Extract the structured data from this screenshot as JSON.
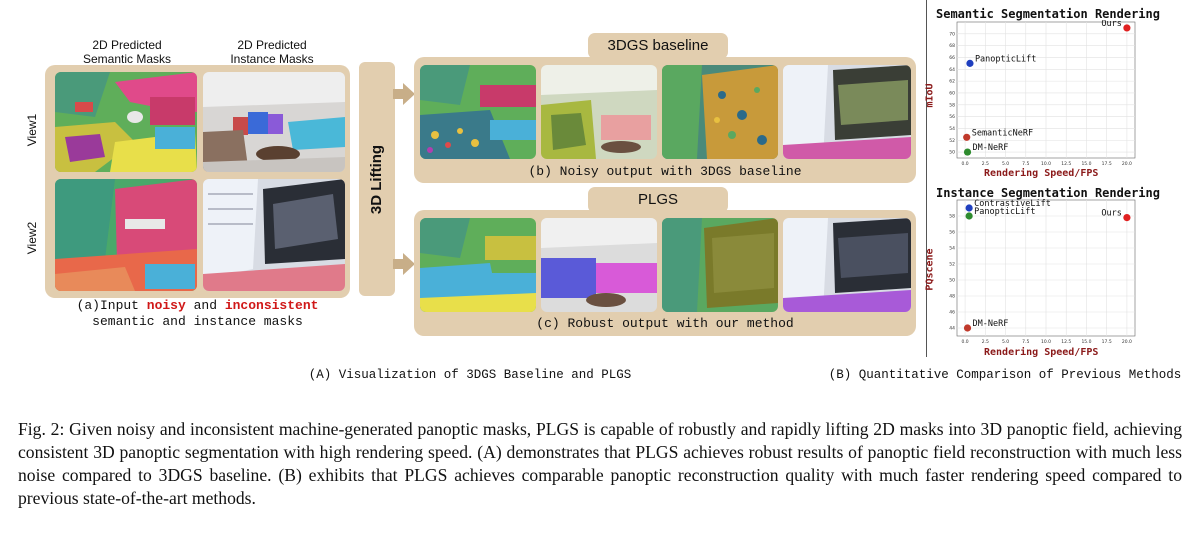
{
  "panel_a": {
    "col_header_1": "2D Predicted\nSemantic Masks",
    "col_header_1_l1": "2D Predicted",
    "col_header_1_l2": "Semantic Masks",
    "col_header_2_l1": "2D Predicted",
    "col_header_2_l2": "Instance Masks",
    "row_1": "View1",
    "row_2": "View2",
    "caption_prefix": "(a)Input ",
    "caption_noisy": "noisy",
    "caption_and": " and ",
    "caption_inconsistent": "inconsistent",
    "caption_line2": "semantic and instance masks"
  },
  "lifting_label": "3D Lifting",
  "panel_b": {
    "tag": "3DGS baseline",
    "caption": "(b) Noisy output with 3DGS baseline"
  },
  "panel_c": {
    "tag": "PLGS",
    "caption": "(c) Robust output with our method"
  },
  "figure_a_caption": "(A) Visualization of 3DGS Baseline and PLGS",
  "figure_b_caption": "(B) Quantitative Comparison of Previous Methods",
  "chart_data": [
    {
      "type": "scatter",
      "title": "Semantic Segmentation Rendering",
      "xlabel": "Rendering Speed/FPS",
      "ylabel": "mIoU",
      "xlim": [
        -1,
        21
      ],
      "ylim": [
        49,
        72
      ],
      "xticks": [
        "0.0",
        "2.5",
        "5.0",
        "7.5",
        "10.0",
        "12.5",
        "15.0",
        "17.5",
        "20.0"
      ],
      "yticks": [
        "50",
        "52",
        "54",
        "56",
        "58",
        "60",
        "62",
        "64",
        "66",
        "68",
        "70"
      ],
      "points": [
        {
          "name": "Ours",
          "x": 20.0,
          "y": 71.0,
          "color": "#e02020"
        },
        {
          "name": "PanopticLift",
          "x": 0.6,
          "y": 65.0,
          "color": "#1f3fbf"
        },
        {
          "name": "SemanticNeRF",
          "x": 0.2,
          "y": 52.5,
          "color": "#c0392b"
        },
        {
          "name": "DM-NeRF",
          "x": 0.3,
          "y": 50.0,
          "color": "#2e8b2e"
        }
      ],
      "grid": true
    },
    {
      "type": "scatter",
      "title": "Instance Segmentation Rendering",
      "xlabel": "Rendering Speed/FPS",
      "ylabel": "PQscene",
      "xlim": [
        -1,
        21
      ],
      "ylim": [
        43,
        60
      ],
      "xticks": [
        "0.0",
        "2.5",
        "5.0",
        "7.5",
        "10.0",
        "12.5",
        "15.0",
        "17.5",
        "20.0"
      ],
      "yticks": [
        "44",
        "46",
        "48",
        "50",
        "52",
        "54",
        "56",
        "58"
      ],
      "points": [
        {
          "name": "ContrastiveLift",
          "x": 0.5,
          "y": 59.0,
          "color": "#1f3fbf"
        },
        {
          "name": "PanopticLift",
          "x": 0.5,
          "y": 58.0,
          "color": "#2e8b2e"
        },
        {
          "name": "Ours",
          "x": 20.0,
          "y": 57.8,
          "color": "#e02020"
        },
        {
          "name": "DM-NeRF",
          "x": 0.3,
          "y": 44.0,
          "color": "#c0392b"
        }
      ],
      "grid": true
    }
  ],
  "caption": {
    "label": "Fig. 2:",
    "text": " Given noisy and inconsistent machine-generated panoptic masks, PLGS is capable of robustly and rapidly lifting 2D masks into 3D panoptic field, achieving consistent 3D panoptic segmentation with high rendering speed. (A) demonstrates that PLGS achieves robust results of panoptic field reconstruction with much less noise compared to 3DGS baseline. (B) exhibits that PLGS achieves comparable panoptic reconstruction quality with much faster rendering speed compared to previous state-of-the-art methods."
  }
}
